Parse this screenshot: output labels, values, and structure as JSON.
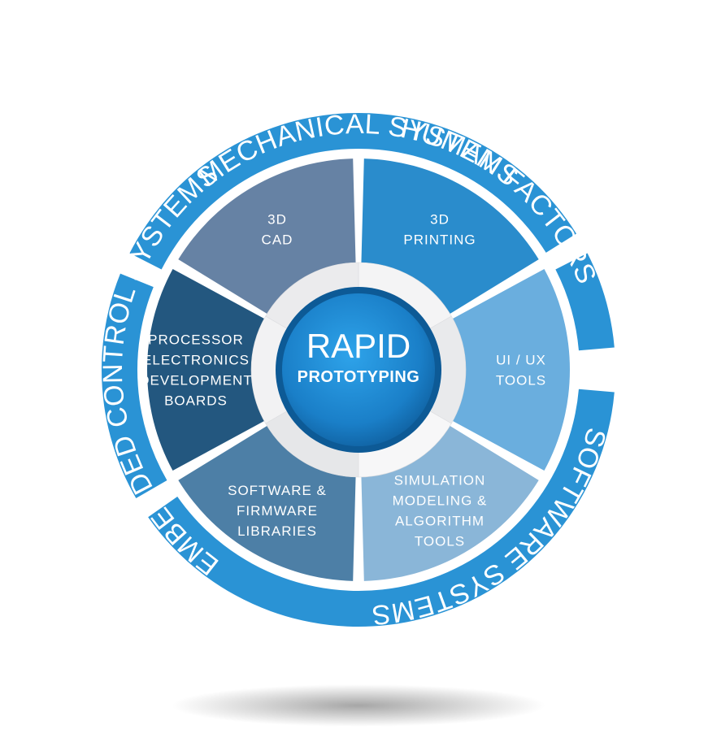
{
  "hub": {
    "title": "RAPID",
    "subtitle": "PROTOTYPING"
  },
  "ring": [
    {
      "id": "mechanical",
      "label": "MECHANICAL SYSTEMS"
    },
    {
      "id": "human",
      "label": "HUMAN FACTORS"
    },
    {
      "id": "software",
      "label": "SOFTWARE SYSTEMS"
    },
    {
      "id": "embedded",
      "label": "EMBEDDED CONTROL SYSTEMS"
    }
  ],
  "segments": [
    {
      "id": "3d-printing",
      "lines": [
        "3D",
        "PRINTING"
      ],
      "color": "#2a8ccc"
    },
    {
      "id": "ui-ux-tools",
      "lines": [
        "UI / UX",
        "TOOLS"
      ],
      "color": "#6aaede"
    },
    {
      "id": "simulation",
      "lines": [
        "SIMULATION",
        "MODELING &",
        "ALGORITHM",
        "TOOLS"
      ],
      "color": "#8ab6d8"
    },
    {
      "id": "software-firmware",
      "lines": [
        "SOFTWARE &",
        "FIRMWARE",
        "LIBRARIES"
      ],
      "color": "#4d7fa6"
    },
    {
      "id": "processor",
      "lines": [
        "PROCESSOR",
        "ELECTRONICS",
        "DEVELOPMENT",
        "BOARDS"
      ],
      "color": "#23577f"
    },
    {
      "id": "3d-cad",
      "lines": [
        "3D",
        "CAD"
      ],
      "color": "#6682a4"
    }
  ],
  "colors": {
    "ring": "#2a93d5",
    "hub": "#1a7fc8",
    "hub_dark": "#0f5f9e"
  }
}
